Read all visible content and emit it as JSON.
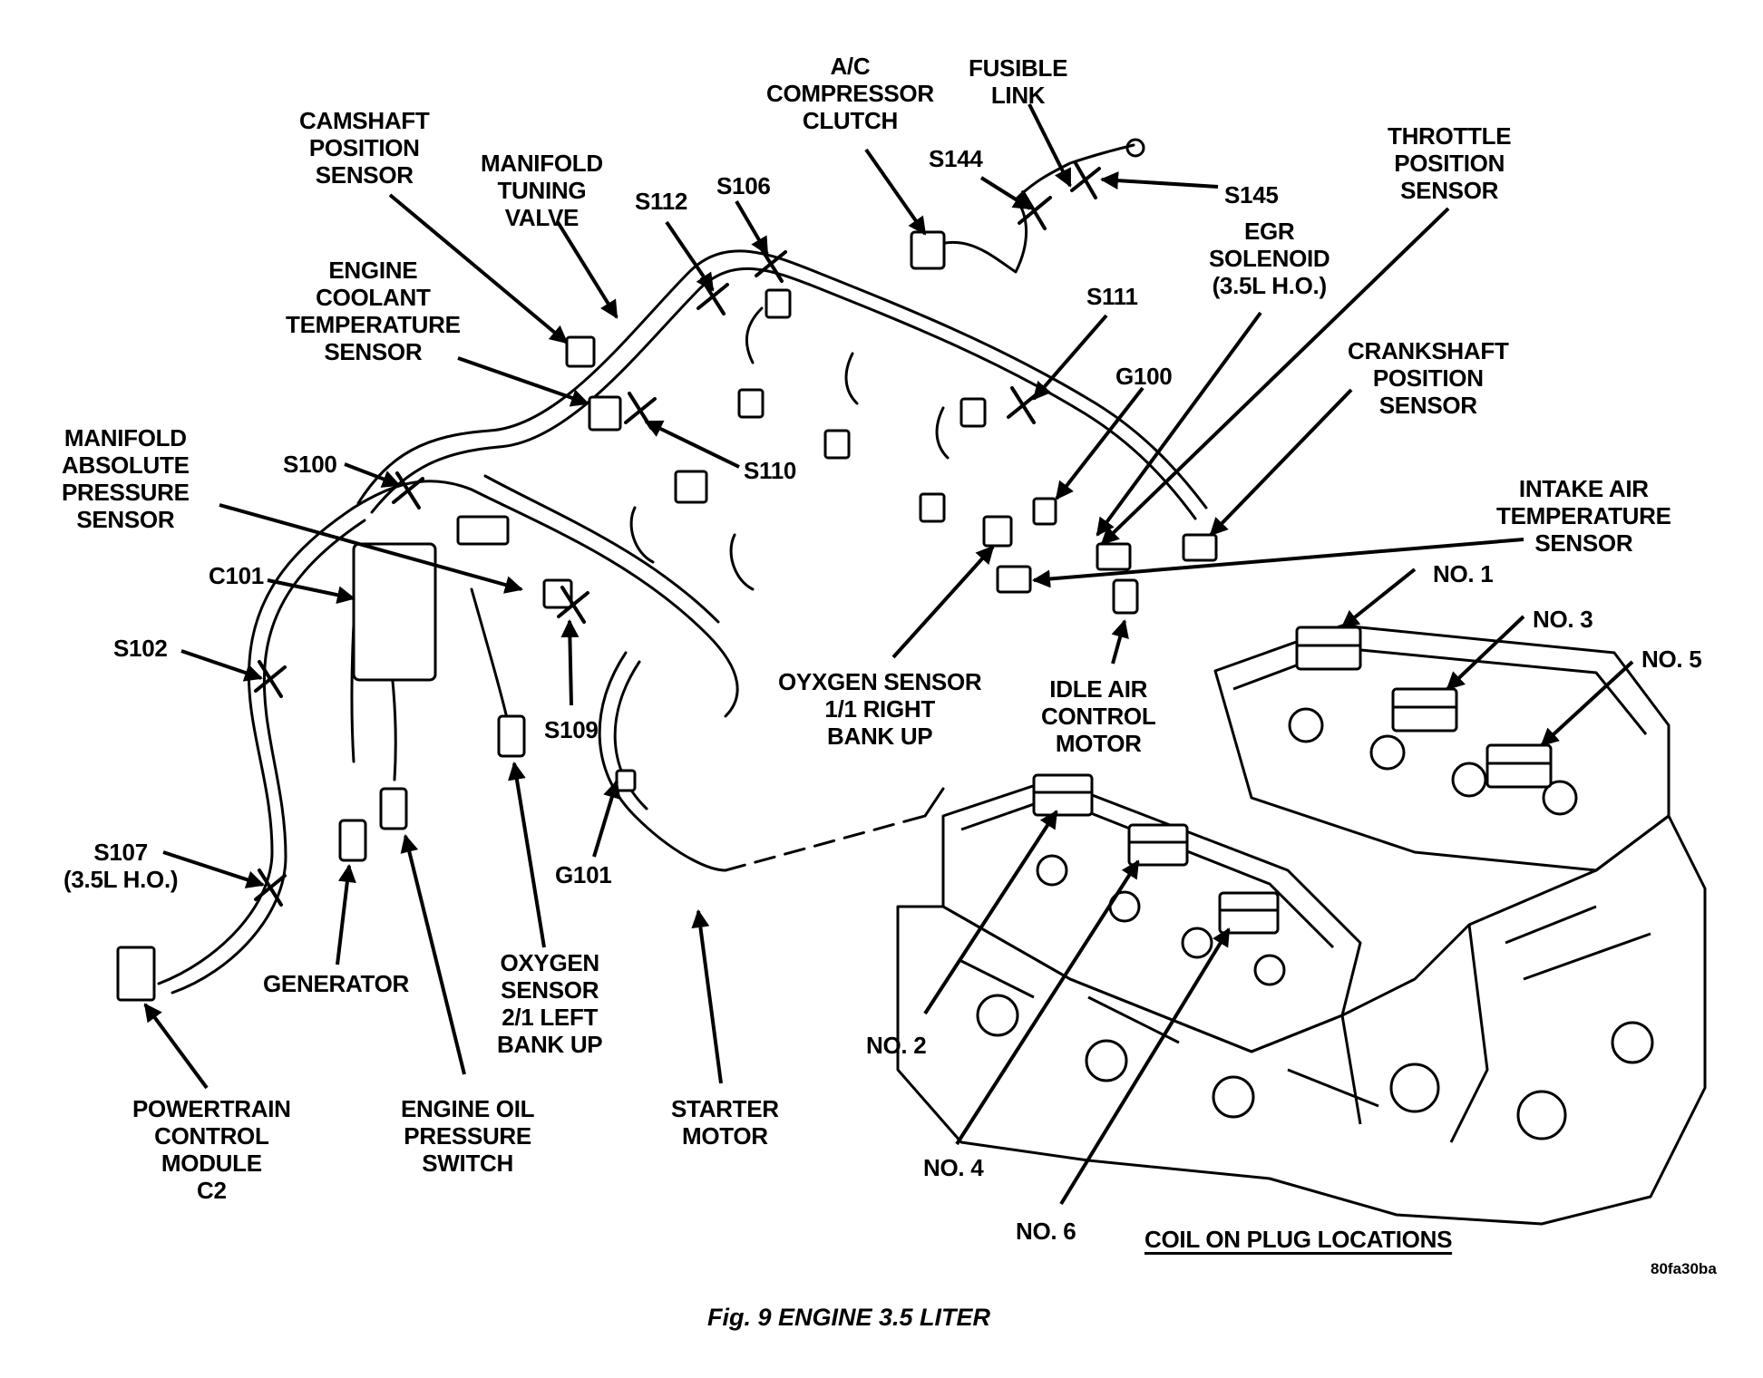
{
  "labels": {
    "camshaft_position_sensor": "CAMSHAFT\nPOSITION\nSENSOR",
    "manifold_tuning_valve": "MANIFOLD\nTUNING\nVALVE",
    "ac_compressor_clutch": "A/C\nCOMPRESSOR\nCLUTCH",
    "fusible_link": "FUSIBLE\nLINK",
    "throttle_position_sensor": "THROTTLE\nPOSITION\nSENSOR",
    "engine_coolant_temperature_sensor": "ENGINE\nCOOLANT\nTEMPERATURE\nSENSOR",
    "egr_solenoid": "EGR\nSOLENOID\n(3.5L H.O.)",
    "crankshaft_position_sensor": "CRANKSHAFT\nPOSITION\nSENSOR",
    "manifold_absolute_pressure_sensor": "MANIFOLD\nABSOLUTE\nPRESSURE\nSENSOR",
    "intake_air_temperature_sensor": "INTAKE AIR\nTEMPERATURE\nSENSOR",
    "oxygen_sensor_right": "OYXGEN SENSOR\n1/1 RIGHT\nBANK UP",
    "idle_air_control_motor": "IDLE AIR\nCONTROL\nMOTOR",
    "oxygen_sensor_left": "OXYGEN\nSENSOR\n2/1 LEFT\nBANK UP",
    "generator": "GENERATOR",
    "powertrain_control_module": "POWERTRAIN\nCONTROL\nMODULE\nC2",
    "engine_oil_pressure_switch": "ENGINE OIL\nPRESSURE\nSWITCH",
    "starter_motor": "STARTER\nMOTOR",
    "s144": "S144",
    "s145": "S145",
    "s112": "S112",
    "s106": "S106",
    "s111": "S111",
    "g100": "G100",
    "s110": "S110",
    "s100": "S100",
    "c101": "C101",
    "s102": "S102",
    "s109": "S109",
    "g101": "G101",
    "s107": "S107\n(3.5L H.O.)",
    "no1": "NO. 1",
    "no2": "NO. 2",
    "no3": "NO. 3",
    "no4": "NO. 4",
    "no5": "NO. 5",
    "no6": "NO. 6",
    "coil_on_plug_locations": "COIL ON PLUG LOCATIONS"
  },
  "figure_code": "80fa30ba",
  "caption": "Fig. 9 ENGINE 3.5 LITER"
}
